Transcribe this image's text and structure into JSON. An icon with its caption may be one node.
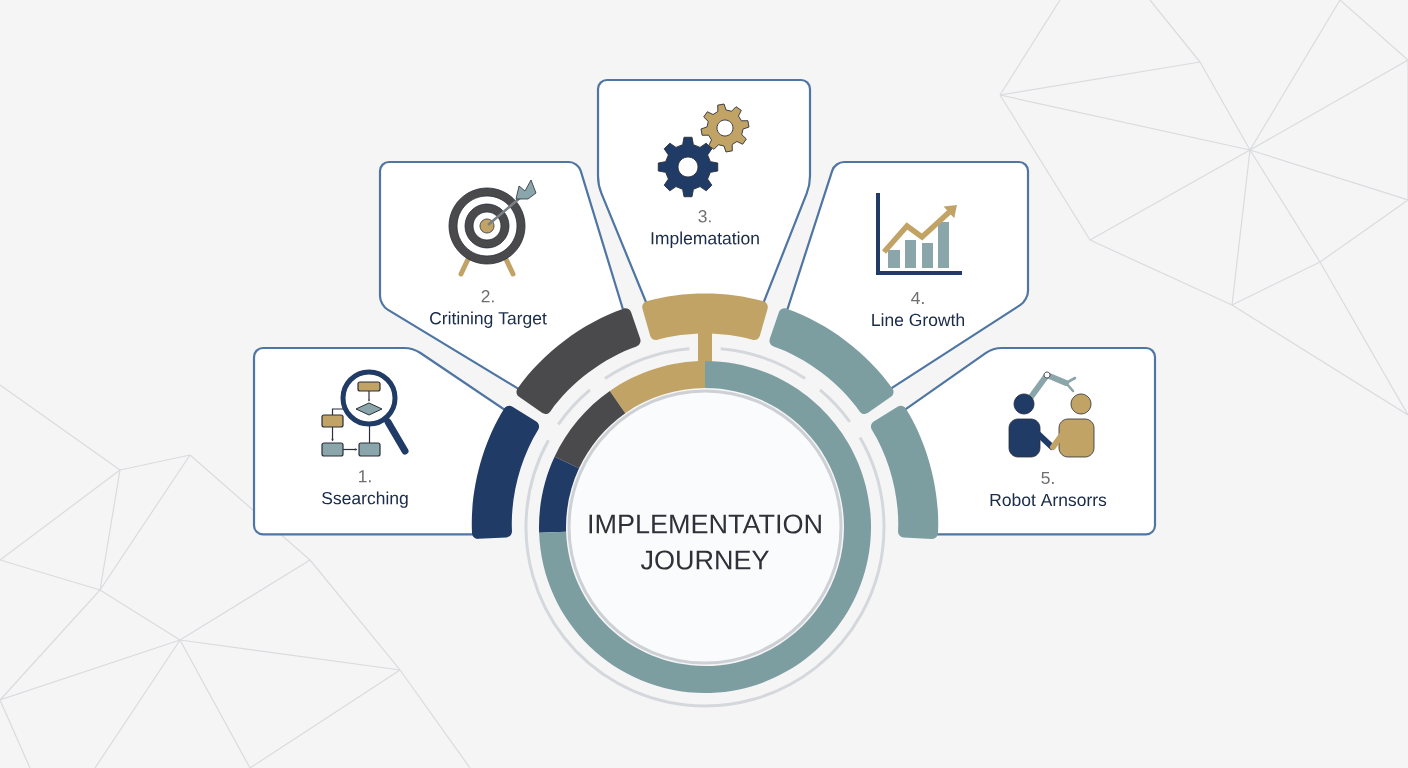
{
  "diagram": {
    "nodes": [
      {
        "text": [
          "IMPLEMENTATION JOURNEY"
        ]
      },
      {
        "text": [
          "1.",
          "Ssearching"
        ]
      },
      {
        "text": [
          "2.",
          "Critining Target"
        ]
      },
      {
        "text": [
          "3.",
          "Implematation"
        ]
      },
      {
        "text": [
          "4.",
          "Line Growth"
        ]
      },
      {
        "text": [
          "5.",
          "Robot Arnsorrs"
        ]
      }
    ]
  }
}
